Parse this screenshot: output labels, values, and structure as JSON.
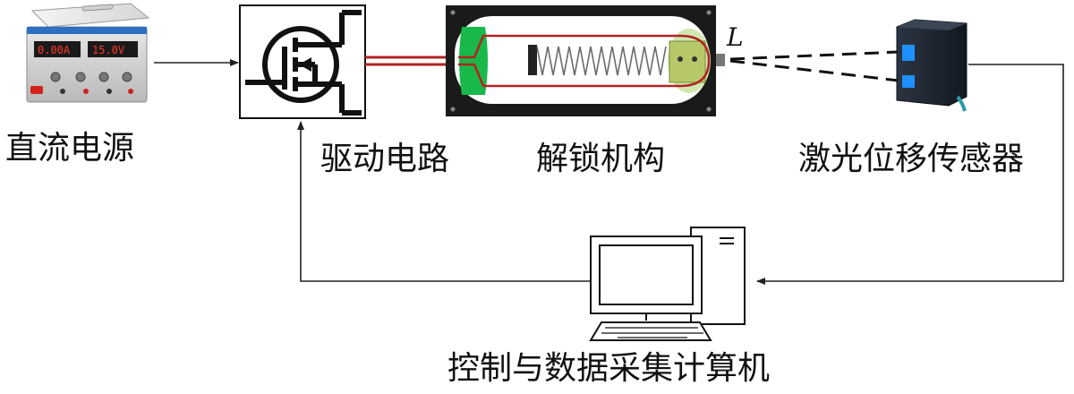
{
  "labels": {
    "power_supply": "直流电源",
    "drive_circuit": "驱动电路",
    "unlock_mechanism": "解锁机构",
    "laser_sensor": "激光位移传感器",
    "computer": "控制与数据采集计算机",
    "distance_symbol": "L"
  },
  "power_supply_display": {
    "left": "0.00A",
    "right": "15.0V"
  },
  "colors": {
    "wire_red": "#b22222",
    "mechanism_green": "#19b84a",
    "mechanism_frame": "#1a1a1a",
    "sensor_body": "#1c2430",
    "sensor_accent": "#1e90ff",
    "line": "#222222"
  }
}
